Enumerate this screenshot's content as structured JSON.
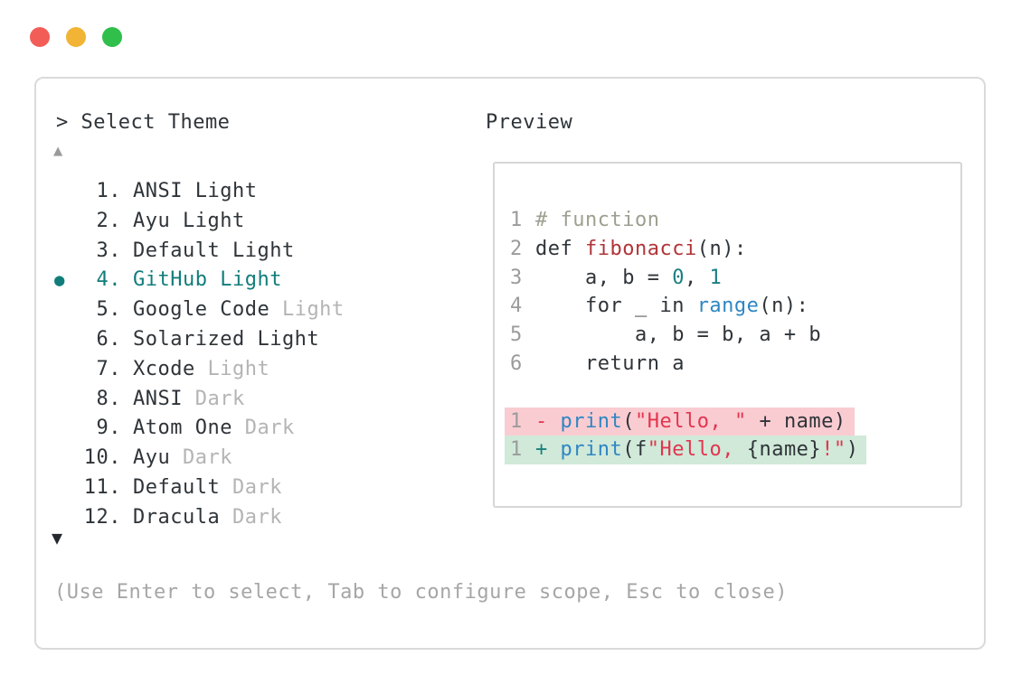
{
  "window": {
    "traffic_lights": [
      {
        "name": "close",
        "color": "#f25d58"
      },
      {
        "name": "minimize",
        "color": "#f1b434"
      },
      {
        "name": "zoom",
        "color": "#2fbf4a"
      }
    ]
  },
  "panel": {
    "title": "> Select Theme",
    "up_arrow": "▲",
    "down_arrow": "▼",
    "hint": "(Use Enter to select, Tab to configure scope, Esc to close)",
    "themes": [
      {
        "num": "1",
        "name": "ANSI Light",
        "suffix": "",
        "selected": false
      },
      {
        "num": "2",
        "name": "Ayu Light",
        "suffix": "",
        "selected": false
      },
      {
        "num": "3",
        "name": "Default Light",
        "suffix": "",
        "selected": false
      },
      {
        "num": "4",
        "name": "GitHub Light",
        "suffix": "",
        "selected": true
      },
      {
        "num": "5",
        "name": "Google Code",
        "suffix": "Light",
        "selected": false
      },
      {
        "num": "6",
        "name": "Solarized Light",
        "suffix": "",
        "selected": false
      },
      {
        "num": "7",
        "name": "Xcode",
        "suffix": "Light",
        "selected": false
      },
      {
        "num": "8",
        "name": "ANSI",
        "suffix": "Dark",
        "selected": false
      },
      {
        "num": "9",
        "name": "Atom One",
        "suffix": "Dark",
        "selected": false
      },
      {
        "num": "10",
        "name": "Ayu",
        "suffix": "Dark",
        "selected": false
      },
      {
        "num": "11",
        "name": "Default",
        "suffix": "Dark",
        "selected": false
      },
      {
        "num": "12",
        "name": "Dracula",
        "suffix": "Dark",
        "selected": false
      }
    ],
    "selected_bullet": "●"
  },
  "preview": {
    "label": "Preview",
    "code_lines": [
      {
        "num": "1",
        "tokens": [
          [
            "# function",
            "comment"
          ]
        ]
      },
      {
        "num": "2",
        "tokens": [
          [
            "def ",
            "fg"
          ],
          [
            "fibonacci",
            "func"
          ],
          [
            "(n):",
            "fg"
          ]
        ]
      },
      {
        "num": "3",
        "tokens": [
          [
            "    a, b = ",
            "fg"
          ],
          [
            "0",
            "number"
          ],
          [
            ", ",
            "fg"
          ],
          [
            "1",
            "number"
          ]
        ]
      },
      {
        "num": "4",
        "tokens": [
          [
            "    for _ in ",
            "fg"
          ],
          [
            "range",
            "builtin"
          ],
          [
            "(n):",
            "fg"
          ]
        ]
      },
      {
        "num": "5",
        "tokens": [
          [
            "        a, b = b, a + b",
            "fg"
          ]
        ]
      },
      {
        "num": "6",
        "tokens": [
          [
            "    return a",
            "fg"
          ]
        ]
      }
    ],
    "diff_lines": [
      {
        "num": "1",
        "kind": "removed",
        "tokens": [
          [
            "- ",
            "removed"
          ],
          [
            "print",
            "builtin"
          ],
          [
            "(",
            "fg"
          ],
          [
            "\"Hello, \"",
            "string"
          ],
          [
            " + name)",
            "fg"
          ]
        ]
      },
      {
        "num": "1",
        "kind": "added",
        "tokens": [
          [
            "+ ",
            "added"
          ],
          [
            "print",
            "builtin"
          ],
          [
            "(f",
            "fg"
          ],
          [
            "\"Hello, ",
            "string"
          ],
          [
            "{name}",
            "fg"
          ],
          [
            "!\"",
            "string"
          ],
          [
            ")",
            "fg"
          ]
        ]
      }
    ]
  },
  "colors": {
    "accent_selected": "#117d7a",
    "text_primary": "#2f3439",
    "text_muted": "#b4b4b4",
    "text_hint": "#a6a6a6",
    "line_number": "#9b9b9b",
    "border_outer": "#dadada",
    "border_preview": "#d6d6d6",
    "traffic_red": "#f25d58",
    "traffic_yellow": "#f1b434",
    "traffic_green": "#2fbf4a",
    "syntax": {
      "fg": "#2f3439",
      "comment": "#9d9f90",
      "func": "#b13438",
      "number": "#1a7f84",
      "builtin": "#2f86c3",
      "string": "#e2354e",
      "removed": "#e2354e",
      "added": "#1a8178"
    },
    "diff_removed_bg": "#f9ccd2",
    "diff_added_bg": "#d0e9d9"
  }
}
